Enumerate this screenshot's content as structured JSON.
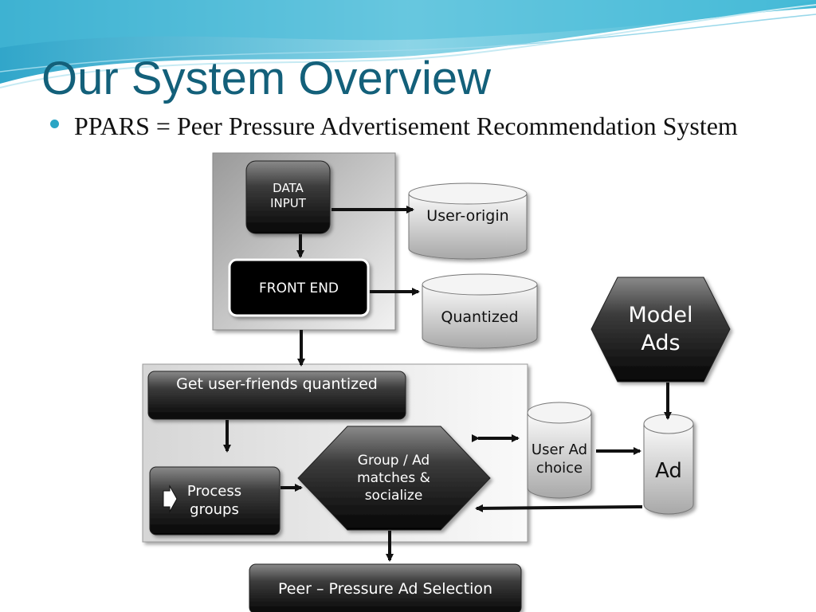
{
  "slide": {
    "title": "Our System Overview",
    "bullet": "PPARS = Peer Pressure Advertisement Recommendation System"
  },
  "diagram": {
    "nodes": {
      "data_input": "DATA INPUT",
      "front_end": "FRONT END",
      "user_origin": "User-origin",
      "quantized": "Quantized",
      "model_ads": "Model Ads",
      "get_friends": "Get user-friends quantized",
      "process_groups": "Process groups",
      "group_match": "Group / Ad matches & socialize",
      "user_ad_choice": "User Ad choice",
      "ad": "Ad",
      "peer_pressure": "Peer – Pressure Ad Selection"
    },
    "colors": {
      "title": "#13607a",
      "bullet": "#2aa5c4",
      "node_dark": "#111111",
      "db_light": "#e8e8e8"
    }
  }
}
